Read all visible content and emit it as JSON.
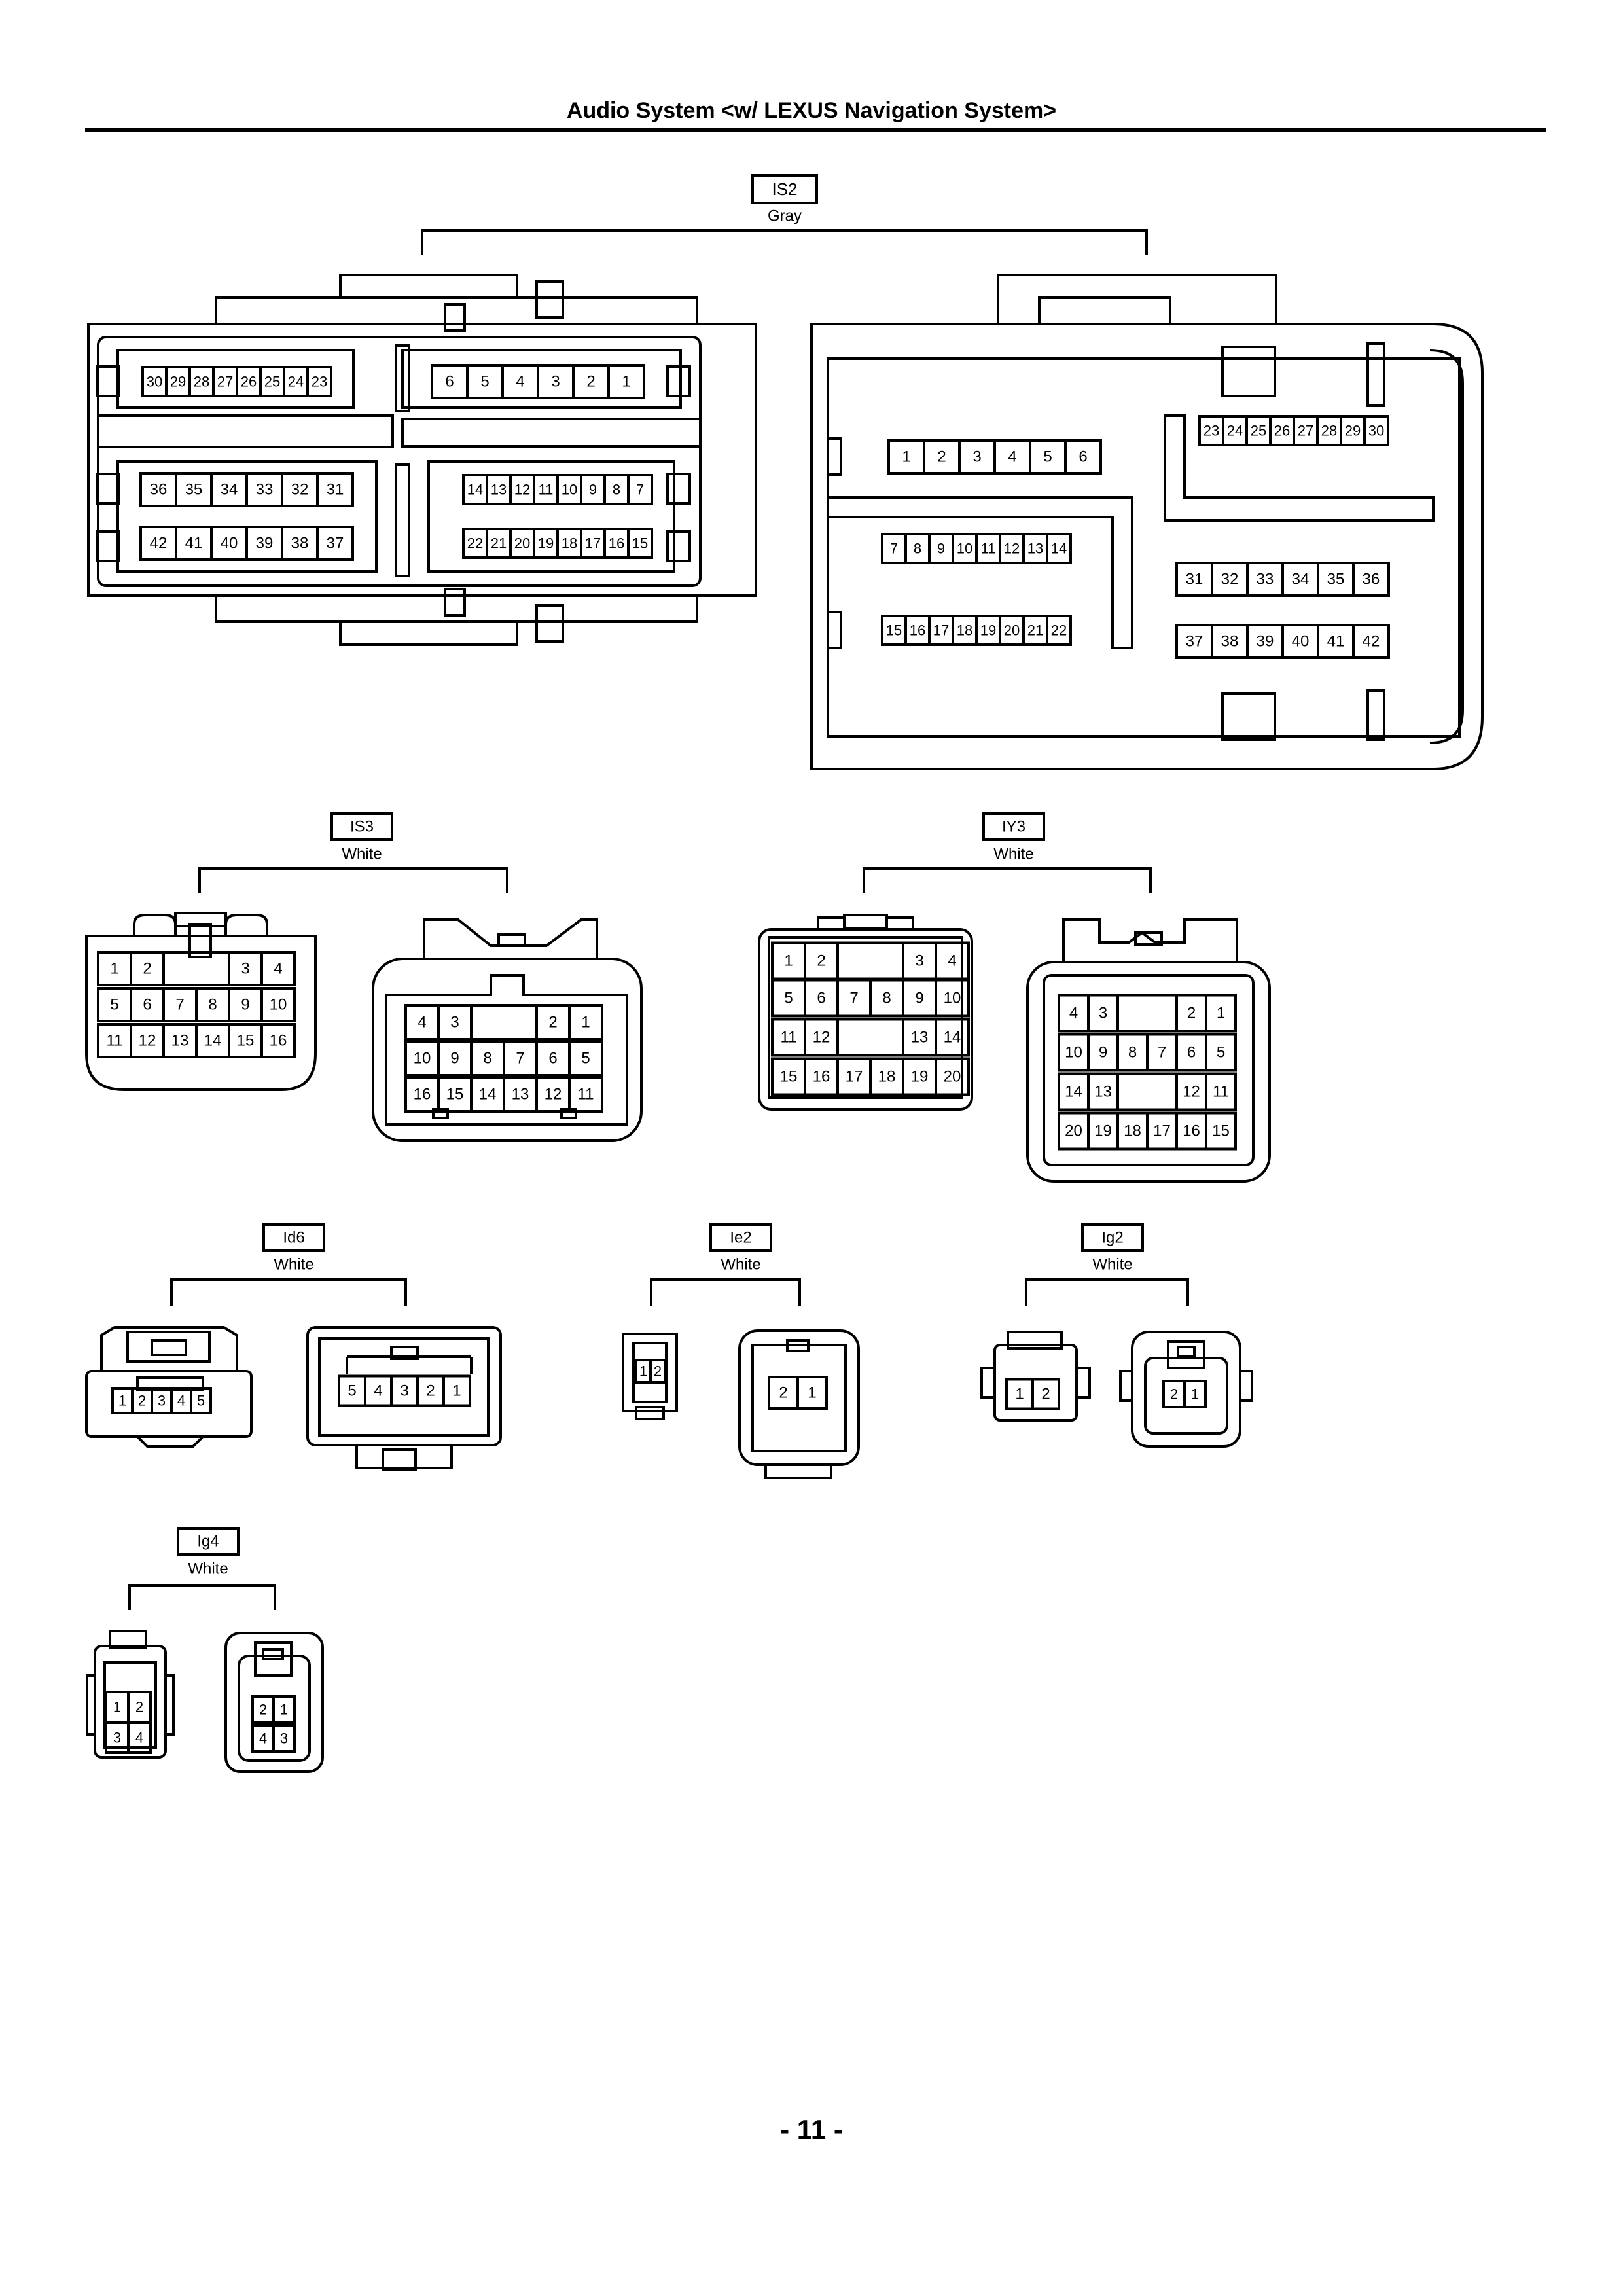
{
  "page": {
    "title": "Audio System <w/ LEXUS Navigation System>",
    "number": "- 11 -"
  },
  "connectors": [
    {
      "code": "IS2",
      "color": "Gray"
    },
    {
      "code": "IS3",
      "color": "White"
    },
    {
      "code": "IY3",
      "color": "White"
    },
    {
      "code": "Id6",
      "color": "White"
    },
    {
      "code": "Ie2",
      "color": "White"
    },
    {
      "code": "Ig2",
      "color": "White"
    },
    {
      "code": "Ig4",
      "color": "White"
    }
  ],
  "pin_rows": {
    "is2_left_a": [
      "30",
      "29",
      "28",
      "27",
      "26",
      "25",
      "24",
      "23"
    ],
    "is2_left_b": [
      "6",
      "5",
      "4",
      "3",
      "2",
      "1"
    ],
    "is2_left_c": [
      "36",
      "35",
      "34",
      "33",
      "32",
      "31"
    ],
    "is2_left_d": [
      "42",
      "41",
      "40",
      "39",
      "38",
      "37"
    ],
    "is2_left_e": [
      "14",
      "13",
      "12",
      "11",
      "10",
      "9",
      "8",
      "7"
    ],
    "is2_left_f": [
      "22",
      "21",
      "20",
      "19",
      "18",
      "17",
      "16",
      "15"
    ],
    "is2_right_a": [
      "1",
      "2",
      "3",
      "4",
      "5",
      "6"
    ],
    "is2_right_b": [
      "23",
      "24",
      "25",
      "26",
      "27",
      "28",
      "29",
      "30"
    ],
    "is2_right_c": [
      "7",
      "8",
      "9",
      "10",
      "11",
      "12",
      "13",
      "14"
    ],
    "is2_right_d": [
      "31",
      "32",
      "33",
      "34",
      "35",
      "36"
    ],
    "is2_right_e": [
      "15",
      "16",
      "17",
      "18",
      "19",
      "20",
      "21",
      "22"
    ],
    "is2_right_f": [
      "37",
      "38",
      "39",
      "40",
      "41",
      "42"
    ],
    "is3_l1": [
      "1",
      "2",
      "",
      "3",
      "4"
    ],
    "is3_l2": [
      "5",
      "6",
      "7",
      "8",
      "9",
      "10"
    ],
    "is3_l3": [
      "11",
      "12",
      "13",
      "14",
      "15",
      "16"
    ],
    "is3_r1": [
      "4",
      "3",
      "",
      "2",
      "1"
    ],
    "is3_r2": [
      "10",
      "9",
      "8",
      "7",
      "6",
      "5"
    ],
    "is3_r3": [
      "16",
      "15",
      "14",
      "13",
      "12",
      "11"
    ],
    "iy3_l1": [
      "1",
      "2",
      "",
      "3",
      "4"
    ],
    "iy3_l2": [
      "5",
      "6",
      "7",
      "8",
      "9",
      "10"
    ],
    "iy3_l3": [
      "11",
      "12",
      "",
      "13",
      "14"
    ],
    "iy3_l4": [
      "15",
      "16",
      "17",
      "18",
      "19",
      "20"
    ],
    "iy3_r1": [
      "4",
      "3",
      "",
      "2",
      "1"
    ],
    "iy3_r2": [
      "10",
      "9",
      "8",
      "7",
      "6",
      "5"
    ],
    "iy3_r3": [
      "14",
      "13",
      "",
      "12",
      "11"
    ],
    "iy3_r4": [
      "20",
      "19",
      "18",
      "17",
      "16",
      "15"
    ],
    "id6_l": [
      "1",
      "2",
      "3",
      "4",
      "5"
    ],
    "id6_r": [
      "5",
      "4",
      "3",
      "2",
      "1"
    ],
    "ie2_l": [
      "1",
      "2"
    ],
    "ie2_r": [
      "2",
      "1"
    ],
    "ig2_l": [
      "1",
      "2"
    ],
    "ig2_r": [
      "2",
      "1"
    ],
    "ig4_l1": [
      "1",
      "2"
    ],
    "ig4_l2": [
      "3",
      "4"
    ],
    "ig4_r1": [
      "2",
      "1"
    ],
    "ig4_r2": [
      "4",
      "3"
    ]
  }
}
